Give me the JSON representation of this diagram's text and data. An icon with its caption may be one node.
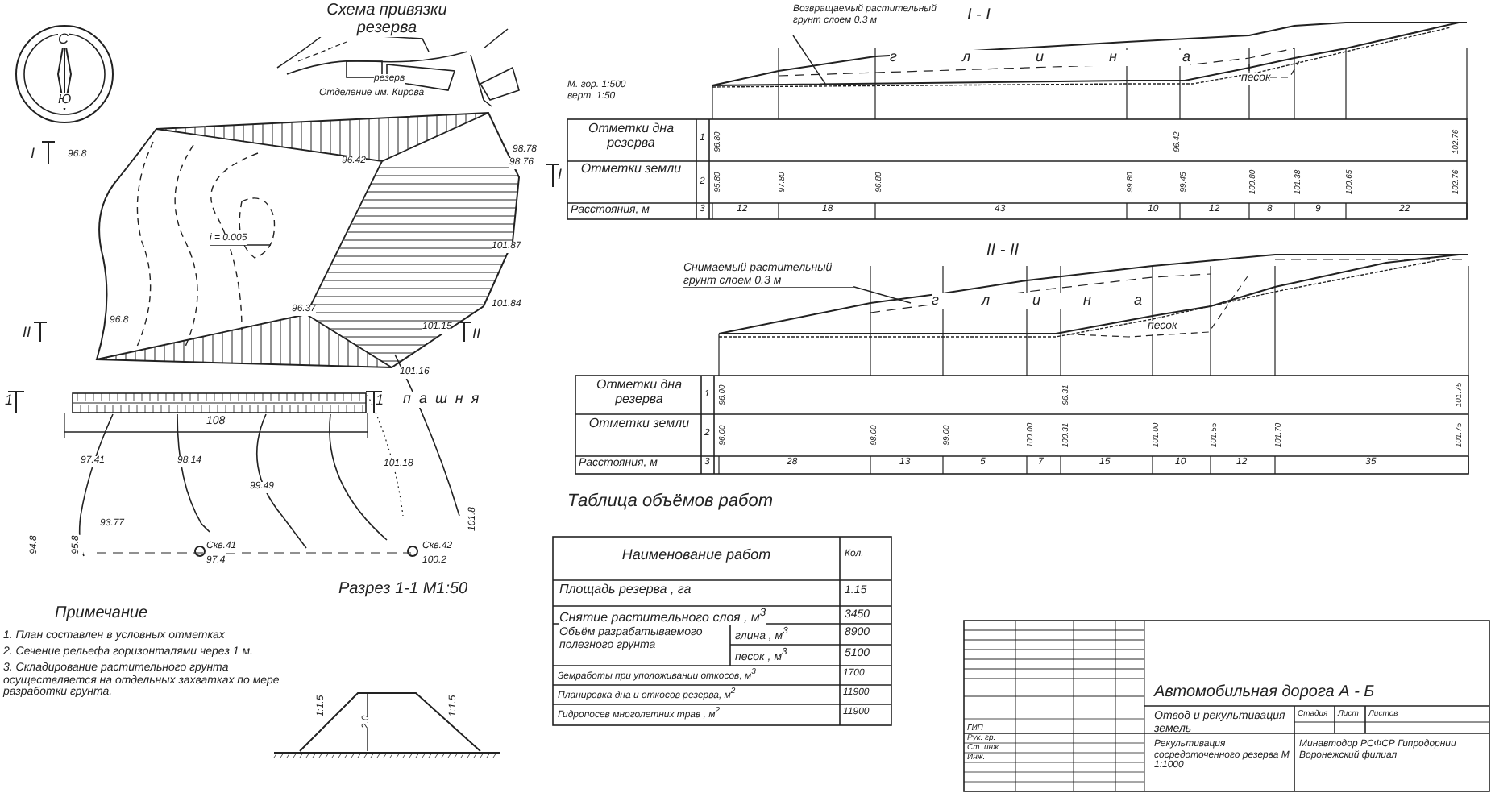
{
  "diagram": {
    "nodes": [
      {
        "text": [
          "Возвращаемый растительный грунт слоем 0.3 м"
        ]
      },
      {
        "text": [
          "Снимаемый растительный грунт слоем 0.3 м"
        ]
      }
    ],
    "edges": [
      {
        "from": 0,
        "to": null,
        "arrow": "none"
      },
      {
        "from": 1,
        "to": null,
        "arrow": "none"
      }
    ],
    "labels": [
      "С",
      "Ю",
      "Схема привязки резерва",
      "резерв",
      "Отделение им. Кирова",
      "I",
      "96.8",
      "96.42",
      "98.78",
      "98.76",
      "I",
      "i = 0.005",
      "101.87",
      "II",
      "96.8",
      "96.37",
      "101.84",
      "101.15",
      "II",
      "101.16",
      "1",
      "1",
      "пашня",
      "108",
      "97.41",
      "98.14",
      "99.49",
      "101.18",
      "93.77",
      "94.8",
      "95.8",
      "101.8",
      "Скв.41",
      "97.4",
      "Скв.42",
      "100.2",
      "Разрез 1-1 М1:50",
      "Примечание",
      "1. План составлен в условных отметках",
      "2. Сечение рельефа горизонталями через 1 м.",
      "3. Складирование растительного грунта осуществляется на отдельных захватках по мере разработки грунта.",
      "1:1.5",
      "1:1.5",
      "2.0",
      "I - I",
      "М. гор. 1:500 верт. 1:50",
      "г л и н а",
      "песок",
      "Отметки дна резерва",
      "1",
      "Отметки земли",
      "2",
      "Расстояния, м",
      "3",
      "96.80",
      "96.42",
      "102.76",
      "95.80",
      "97.80",
      "96.80",
      "99.80",
      "99.45",
      "100.80",
      "101.38",
      "100.65",
      "102.76",
      "12",
      "18",
      "43",
      "10",
      "12",
      "8",
      "9",
      "22",
      "II - II",
      "г л и н а",
      "песок",
      "Отметки дна резерва",
      "1",
      "Отметки земли",
      "2",
      "Расстояния, м",
      "3",
      "96.00",
      "96.31",
      "101.75",
      "96.00",
      "98.00",
      "99.00",
      "100.00",
      "100.31",
      "101.00",
      "101.55",
      "101.70",
      "101.75",
      "28",
      "13",
      "5",
      "7",
      "15",
      "10",
      "12",
      "35",
      "Таблица объёмов работ",
      "Наименование работ",
      "Кол.",
      "Площадь резерва , га",
      "1.15",
      "Снятие растительного слоя , м$^{3}$",
      "3450",
      "Объём разрабатываемого полезного грунта",
      "глина , м$^{3}$",
      "8900",
      "песок , м$^{3}$",
      "5100",
      "Земработы при уположивании откосов, м$^{3}$",
      "1700",
      "Планировка дна и откосов резерва, м$^{2}$",
      "11900",
      "Гидропосев многолетних трав , м$^{2}$",
      "11900",
      "Автомобильная дорога А - Б",
      "Стадия",
      "Лист",
      "Листов",
      "Отвод и рекультивация земель",
      "ГИП",
      "Рук. гр.",
      "Ст. инж.",
      "Инж.",
      "Рекультивация сосредоточенного резерва М 1:1000",
      "Минавтодор РСФСР Гипродорнии Воронежский филиал"
    ]
  }
}
